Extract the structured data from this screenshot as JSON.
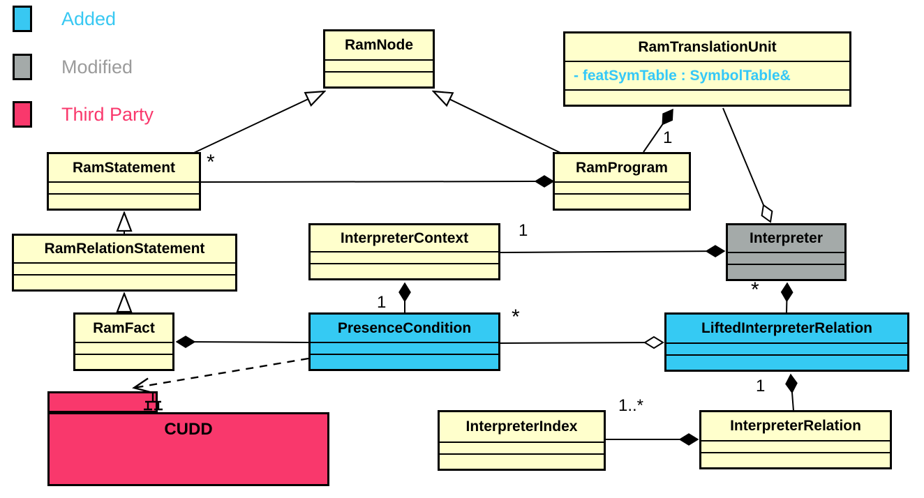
{
  "legend": {
    "items": [
      {
        "id": "added",
        "label": "Added",
        "color": "#38C8F2"
      },
      {
        "id": "modified",
        "label": "Modified",
        "color": "#9B9B9B"
      },
      {
        "id": "third_party",
        "label": "Third Party",
        "color": "#F9386C"
      }
    ]
  },
  "classes": {
    "ram_node": {
      "name": "RamNode"
    },
    "ram_translation_unit": {
      "name": "RamTranslationUnit",
      "attribute": "- featSymTable : SymbolTable&"
    },
    "ram_statement": {
      "name": "RamStatement"
    },
    "ram_program": {
      "name": "RamProgram"
    },
    "ram_relation_statement": {
      "name": "RamRelationStatement"
    },
    "interpreter_context": {
      "name": "InterpreterContext"
    },
    "interpreter": {
      "name": "Interpreter",
      "status": "modified"
    },
    "ram_fact": {
      "name": "RamFact"
    },
    "presence_condition": {
      "name": "PresenceCondition",
      "status": "added"
    },
    "lifted_interpreter_relation": {
      "name": "LiftedInterpreterRelation",
      "status": "added"
    },
    "interpreter_index": {
      "name": "InterpreterIndex"
    },
    "interpreter_relation": {
      "name": "InterpreterRelation"
    }
  },
  "package": {
    "cudd": {
      "name": "CUDD",
      "status": "third_party"
    }
  },
  "multiplicities": {
    "ram_statement_many": "*",
    "ram_program_one": "1",
    "interpreter_context_one": "1",
    "presence_condition_one": "1",
    "presence_condition_many": "*",
    "interpreter_many": "*",
    "interpreter_relation_one": "1",
    "interpreter_index_range": "1..*"
  },
  "relationships": [
    {
      "from": "RamStatement",
      "to": "RamNode",
      "type": "generalization"
    },
    {
      "from": "RamProgram",
      "to": "RamNode",
      "type": "generalization"
    },
    {
      "from": "RamRelationStatement",
      "to": "RamStatement",
      "type": "generalization"
    },
    {
      "from": "RamFact",
      "to": "RamRelationStatement",
      "type": "generalization"
    },
    {
      "from": "RamStatement",
      "to": "RamProgram",
      "type": "composition",
      "label": "*"
    },
    {
      "from": "RamProgram",
      "to": "RamTranslationUnit",
      "type": "composition",
      "label": "1"
    },
    {
      "from": "RamTranslationUnit",
      "to": "Interpreter",
      "type": "aggregation"
    },
    {
      "from": "InterpreterContext",
      "to": "Interpreter",
      "type": "composition",
      "label": "1"
    },
    {
      "from": "PresenceCondition",
      "to": "InterpreterContext",
      "type": "composition",
      "label": "1"
    },
    {
      "from": "PresenceCondition",
      "to": "RamFact",
      "type": "composition"
    },
    {
      "from": "PresenceCondition",
      "to": "LiftedInterpreterRelation",
      "type": "aggregation",
      "label": "*"
    },
    {
      "from": "LiftedInterpreterRelation",
      "to": "Interpreter",
      "type": "composition",
      "label": "*"
    },
    {
      "from": "InterpreterRelation",
      "to": "LiftedInterpreterRelation",
      "type": "composition",
      "label": "1"
    },
    {
      "from": "InterpreterIndex",
      "to": "InterpreterRelation",
      "type": "composition",
      "label": "1..*"
    },
    {
      "from": "PresenceCondition",
      "to": "CUDD",
      "type": "dependency"
    }
  ],
  "colors": {
    "class_fill": "#FFFFCC",
    "added_fill": "#35CAF3",
    "modified_fill": "#A4AAA9",
    "third_party_fill": "#F9386C",
    "line": "#000000",
    "attribute_text": "#35C8F7"
  }
}
